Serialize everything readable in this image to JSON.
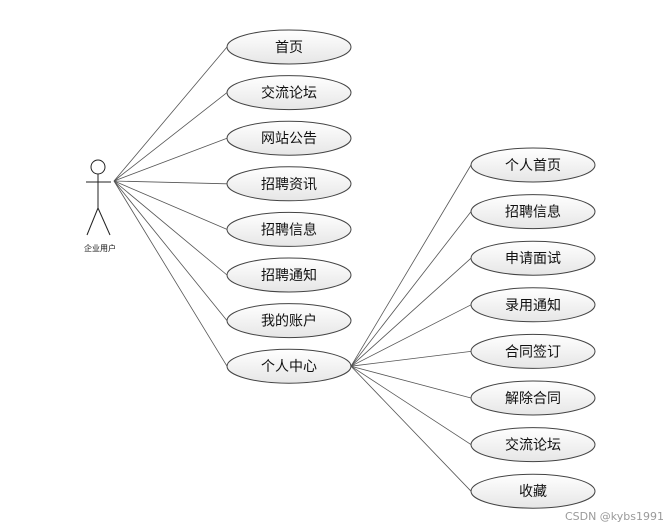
{
  "actor": {
    "label": "企业用户"
  },
  "main_use_cases": [
    {
      "id": "home",
      "label": "首页"
    },
    {
      "id": "forum",
      "label": "交流论坛"
    },
    {
      "id": "notice",
      "label": "网站公告"
    },
    {
      "id": "news",
      "label": "招聘资讯"
    },
    {
      "id": "recruit-info",
      "label": "招聘信息"
    },
    {
      "id": "recruit-notice",
      "label": "招聘通知"
    },
    {
      "id": "account",
      "label": "我的账户"
    },
    {
      "id": "center",
      "label": "个人中心"
    }
  ],
  "center_use_cases": [
    {
      "id": "c-home",
      "label": "个人首页"
    },
    {
      "id": "c-recruit-info",
      "label": "招聘信息"
    },
    {
      "id": "c-interview",
      "label": "申请面试"
    },
    {
      "id": "c-hire",
      "label": "录用通知"
    },
    {
      "id": "c-contract",
      "label": "合同签订"
    },
    {
      "id": "c-terminate",
      "label": "解除合同"
    },
    {
      "id": "c-forum",
      "label": "交流论坛"
    },
    {
      "id": "c-favorite",
      "label": "收藏"
    }
  ],
  "watermark": "CSDN @kybs1991",
  "colors": {
    "line": "#555555",
    "ellipse_stroke": "#444444",
    "ellipse_fill_top": "#ffffff",
    "ellipse_fill_bottom": "#e6e6e6"
  }
}
